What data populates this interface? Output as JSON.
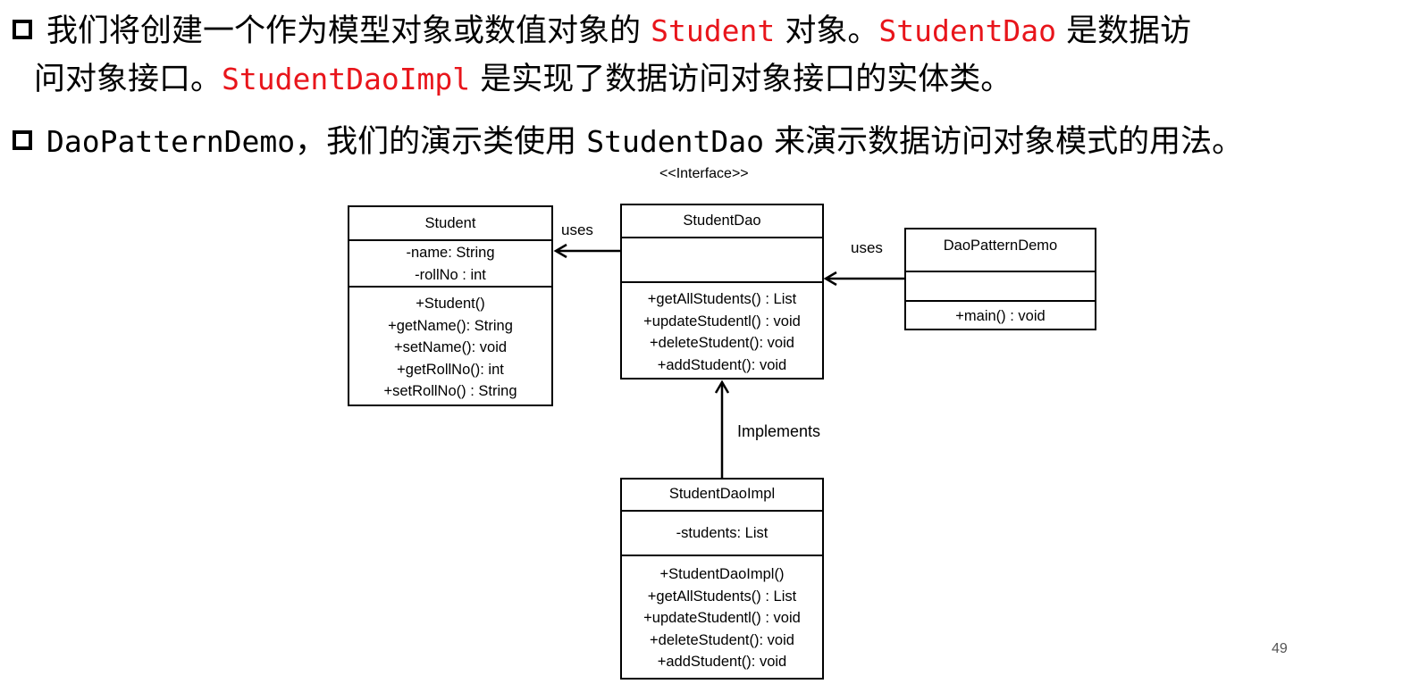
{
  "bullets": [
    {
      "p1": "我们将创建一个作为模型对象或数值对象的 ",
      "c1": "Student",
      "p2": " 对象。",
      "c2": "StudentDao",
      "p3": " 是数据访",
      "p4": "问对象接口。",
      "c3": "StudentDaoImpl",
      "p5": " 是实现了数据访问对象接口的实体类。"
    },
    {
      "c1": "DaoPatternDemo",
      "p1": "，我们的演示类使用 ",
      "c2": "StudentDao",
      "p2": " 来演示数据访问对象模式的用法。"
    }
  ],
  "diagram": {
    "stereotype": "<<Interface>>",
    "student": {
      "name": "Student",
      "attributes": [
        "-name: String",
        "-rollNo  : int"
      ],
      "methods": [
        "+Student()",
        "+getName(): String",
        "+setName():  void",
        "+getRollNo():  int",
        "+setRollNo()  : String"
      ]
    },
    "dao": {
      "name": "StudentDao",
      "methods": [
        "+getAllStudents()   : List",
        "+updateStudentl()   : void",
        "+deleteStudent():  void",
        "+addStudent():  void"
      ]
    },
    "demo": {
      "name": "DaoPatternDemo",
      "methods": [
        "+main()  : void"
      ]
    },
    "impl": {
      "name": "StudentDaoImpl",
      "attributes": [
        "-students:  List"
      ],
      "methods": [
        "+StudentDaoImpl()",
        "+getAllStudents()   : List",
        "+updateStudentl()   : void",
        "+deleteStudent():  void",
        "+addStudent():  void"
      ]
    },
    "labels": {
      "uses_left": "uses",
      "uses_right": "uses",
      "implements": "Implements"
    }
  },
  "page_number": "49",
  "colors": {
    "highlight": "#e8151b",
    "text": "#000000"
  }
}
